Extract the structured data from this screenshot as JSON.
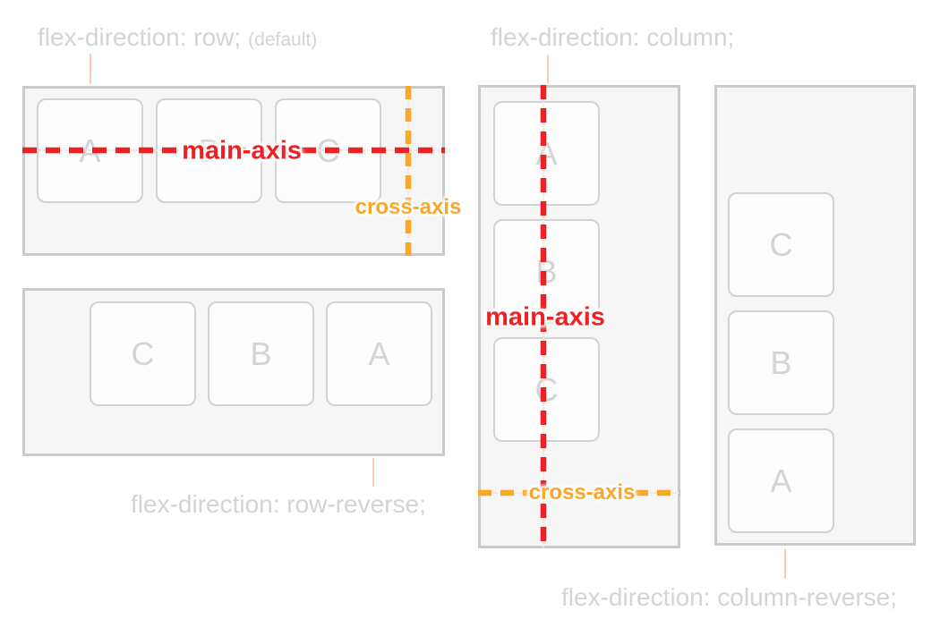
{
  "colors": {
    "main_axis_red": "#ed2024",
    "cross_axis_orange": "#f9a72b",
    "container_border": "#c9cacc",
    "container_fill": "#f6f6f7",
    "box_border": "#d0d2d5",
    "box_fill": "#fdfdfe",
    "caption_text": "#d3d4d6",
    "item_letter": "#d3d4d7",
    "callout_line": "#f9cdb4",
    "axis_underlay": "#fde4d5"
  },
  "groups": {
    "row": {
      "caption": "flex-direction: row;",
      "caption_note": "(default)",
      "items": [
        "A",
        "B",
        "C"
      ],
      "main_axis_label": "main-axis",
      "cross_axis_label": "cross-axis"
    },
    "row_reverse": {
      "caption": "flex-direction: row-reverse;",
      "items": [
        "C",
        "B",
        "A"
      ]
    },
    "column": {
      "caption": "flex-direction: column;",
      "items": [
        "A",
        "B",
        "C"
      ],
      "main_axis_label": "main-axis",
      "cross_axis_label": "cross-axis"
    },
    "column_reverse": {
      "caption": "flex-direction: column-reverse;",
      "items": [
        "C",
        "B",
        "A"
      ]
    }
  }
}
